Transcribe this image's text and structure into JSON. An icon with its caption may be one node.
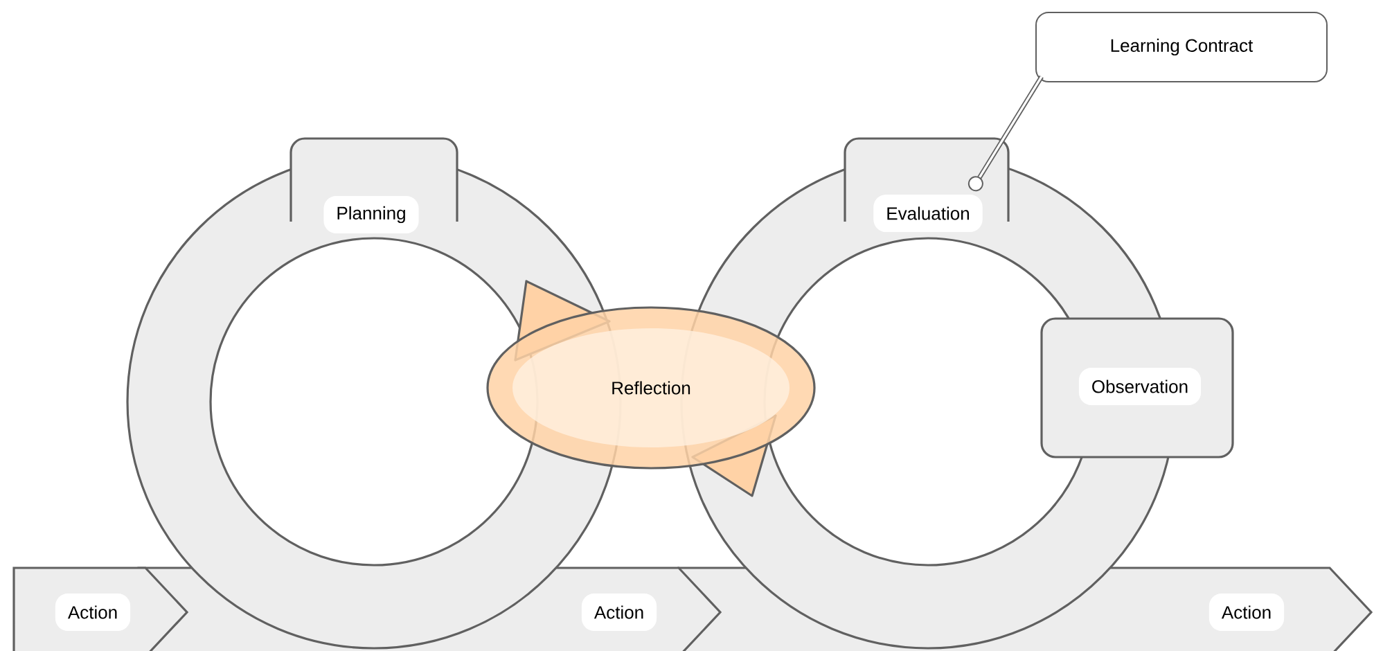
{
  "diagram": {
    "nodes": [
      {
        "text": [
          "Learning Contract"
        ]
      },
      {
        "text": [
          "Planning"
        ]
      },
      {
        "text": [
          "Evaluation"
        ]
      },
      {
        "text": [
          "Observation"
        ]
      },
      {
        "text": [
          "Reflection"
        ]
      },
      {
        "text": [
          "Action"
        ]
      },
      {
        "text": [
          "Action"
        ]
      },
      {
        "text": [
          "Action"
        ]
      }
    ],
    "edges": [
      {
        "from": 0,
        "to": 2,
        "arrow": "other"
      }
    ]
  }
}
